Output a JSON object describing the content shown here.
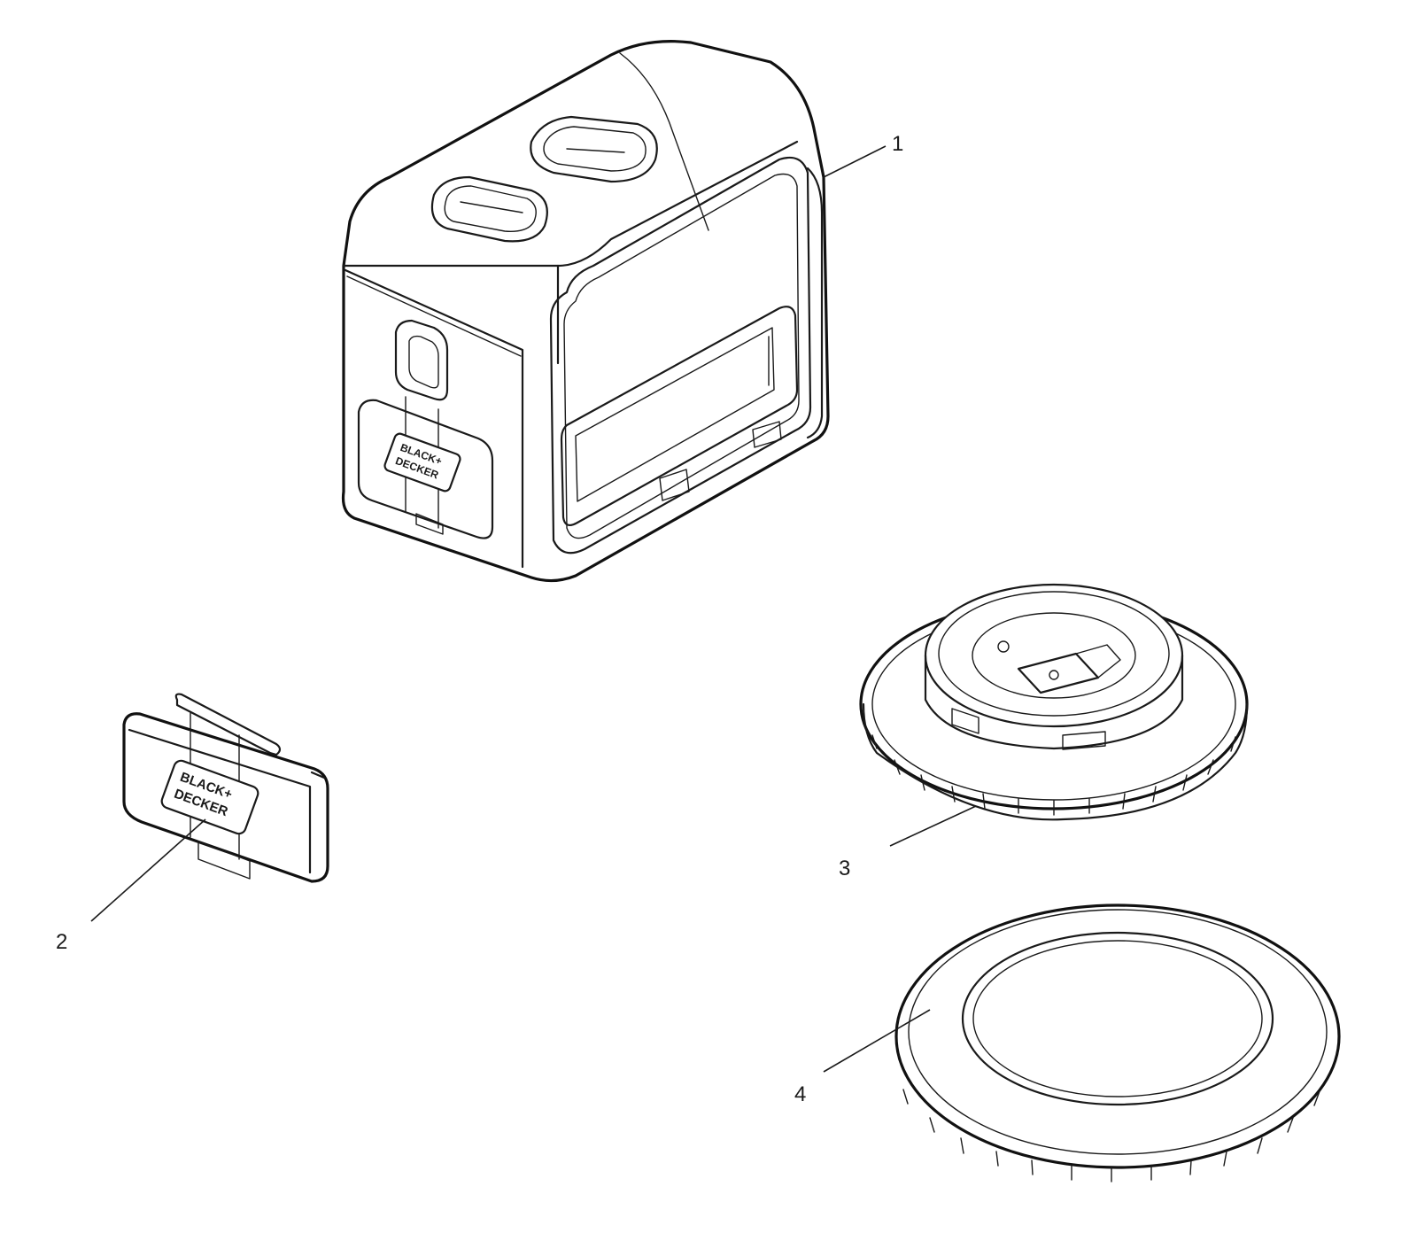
{
  "callouts": [
    {
      "id": "1",
      "label": "1"
    },
    {
      "id": "2",
      "label": "2"
    },
    {
      "id": "3",
      "label": "3"
    },
    {
      "id": "4",
      "label": "4"
    }
  ],
  "logo": {
    "line1": "BLACK+",
    "line2": "DECKER"
  },
  "colors": {
    "line": "#1a1a1a",
    "background": "#ffffff"
  }
}
